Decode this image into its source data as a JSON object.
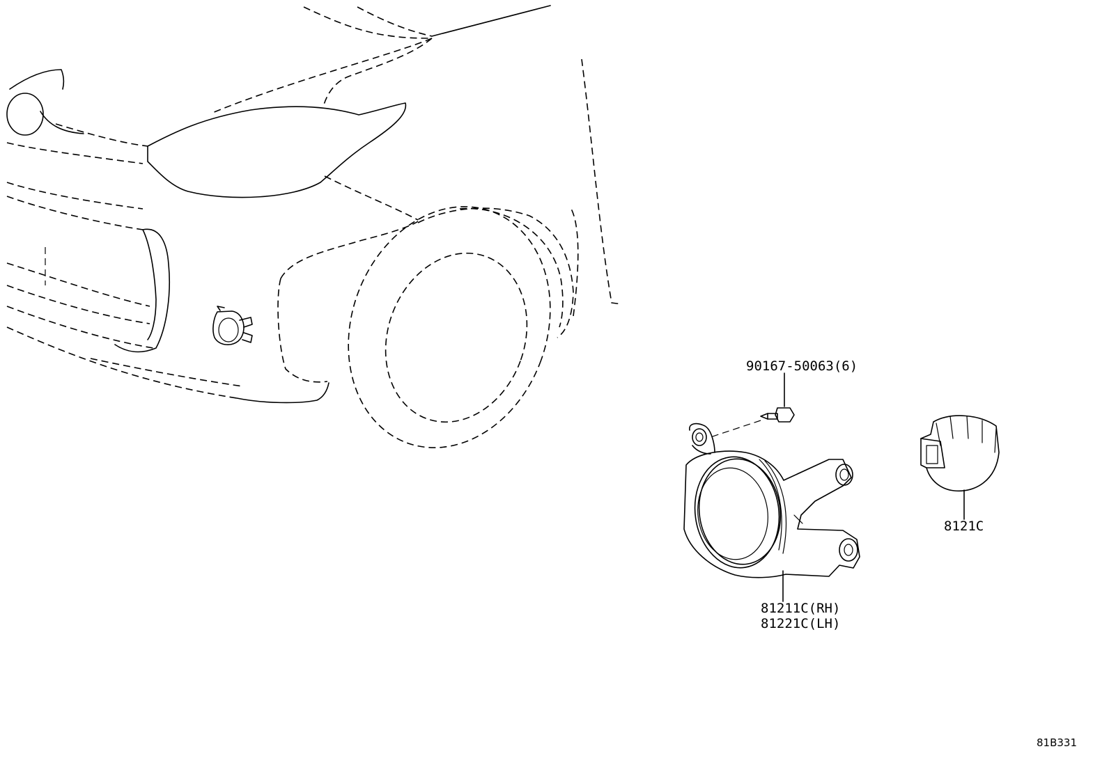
{
  "parts": {
    "bolt": {
      "code": "90167-50063(6)"
    },
    "socket": {
      "code": "8121C"
    },
    "fog_lamp": {
      "code_rh": "81211C(RH)",
      "code_lh": "81221C(LH)"
    }
  },
  "figure_ref": "81B331"
}
